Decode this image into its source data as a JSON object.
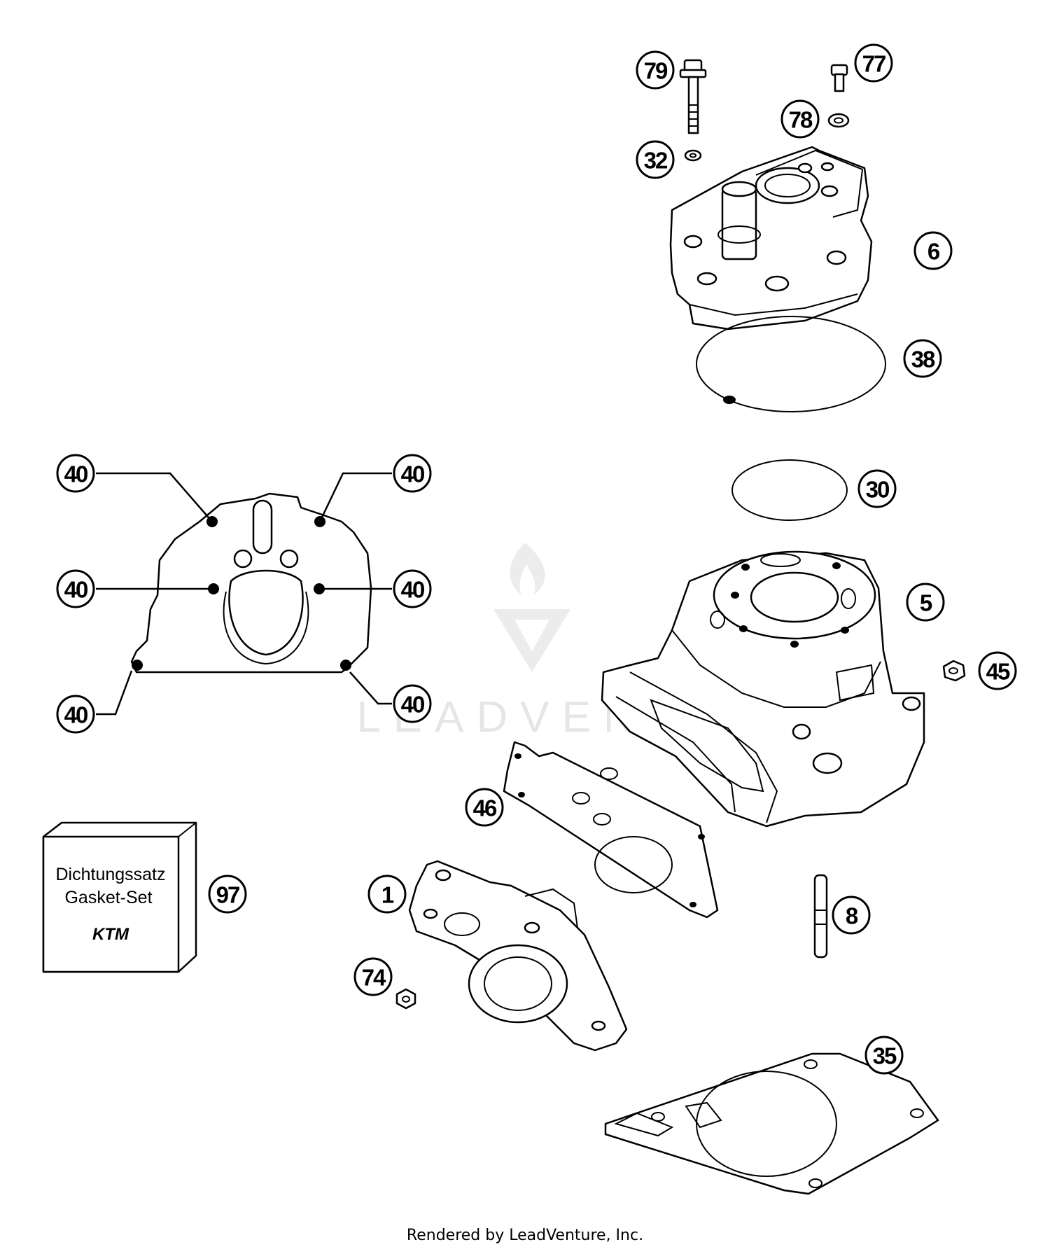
{
  "watermark": {
    "text": "LEADVENT"
  },
  "gasket_box": {
    "line1": "Dichtungssatz",
    "line2": "Gasket-Set",
    "logo": "KTM"
  },
  "callouts": [
    {
      "id": "79",
      "label": "79"
    },
    {
      "id": "77",
      "label": "77"
    },
    {
      "id": "78",
      "label": "78"
    },
    {
      "id": "32",
      "label": "32"
    },
    {
      "id": "6",
      "label": "6"
    },
    {
      "id": "38",
      "label": "38"
    },
    {
      "id": "30",
      "label": "30"
    },
    {
      "id": "5",
      "label": "5"
    },
    {
      "id": "45",
      "label": "45"
    },
    {
      "id": "46",
      "label": "46"
    },
    {
      "id": "1",
      "label": "1"
    },
    {
      "id": "8",
      "label": "8"
    },
    {
      "id": "74",
      "label": "74"
    },
    {
      "id": "35",
      "label": "35"
    },
    {
      "id": "97",
      "label": "97"
    },
    {
      "id": "40a",
      "label": "40"
    },
    {
      "id": "40b",
      "label": "40"
    },
    {
      "id": "40c",
      "label": "40"
    },
    {
      "id": "40d",
      "label": "40"
    },
    {
      "id": "40e",
      "label": "40"
    },
    {
      "id": "40f",
      "label": "40"
    }
  ],
  "footer": {
    "text": "Rendered by LeadVenture, Inc."
  }
}
